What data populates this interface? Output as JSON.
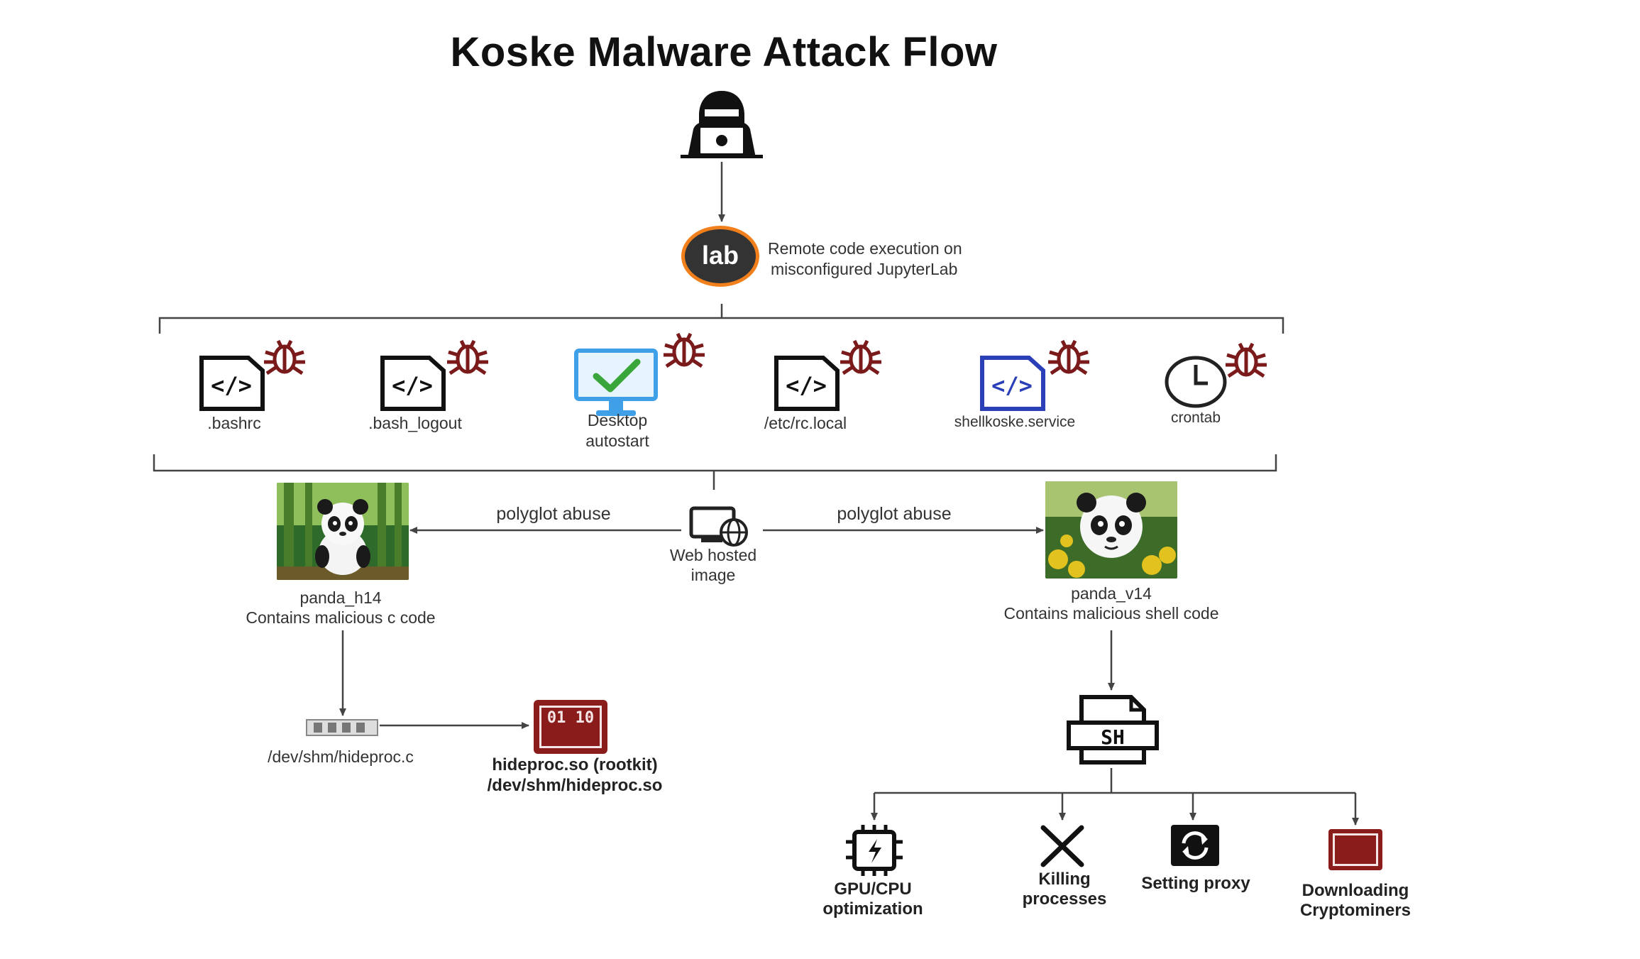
{
  "title": "Koske Malware Attack Flow",
  "colors": {
    "line": "#444444",
    "bug": "#7a1a1a",
    "rootkit": "#8b1c1c",
    "monitor": "#3fa0e8",
    "check": "#3aa53a",
    "service": "#2a3fb8",
    "lab_ring": "#f07f1c",
    "lab_bg": "#333333"
  },
  "entry": {
    "attacker_icon": "hacker-icon",
    "lab_icon_text": "lab",
    "lab_label_line1": "Remote code execution on",
    "lab_label_line2": "misconfigured JupyterLab"
  },
  "persistence": [
    {
      "label": ".bashrc",
      "icon": "code-file-icon"
    },
    {
      "label": ".bash_logout",
      "icon": "code-file-icon"
    },
    {
      "label_line1": "Desktop",
      "label_line2": "autostart",
      "icon": "monitor-check-icon"
    },
    {
      "label": "/etc/rc.local",
      "icon": "code-file-icon"
    },
    {
      "label": "shellkoske.service",
      "icon": "code-file-icon"
    },
    {
      "label": "crontab",
      "icon": "clock-icon"
    }
  ],
  "web_image": {
    "label_line1": "Web hosted",
    "label_line2": "image",
    "icon": "web-image-icon"
  },
  "edge_left": "polyglot abuse",
  "edge_right": "polyglot abuse",
  "left_branch": {
    "name": "panda_h14",
    "desc": "Contains malicious c code",
    "file_label": "/dev/shm/hideproc.c",
    "rootkit_line1": "hideproc.so (rootkit)",
    "rootkit_line2": "/dev/shm/hideproc.so",
    "rootkit_icon_text": "01 10"
  },
  "right_branch": {
    "name": "panda_v14",
    "desc": "Contains malicious shell code",
    "script_icon_text": "SH",
    "actions": [
      {
        "line1": "GPU/CPU",
        "line2": "optimization",
        "icon": "chip-icon"
      },
      {
        "line1": "Killing",
        "line2": "processes",
        "icon": "x-icon"
      },
      {
        "line1": "Setting proxy",
        "line2": "",
        "icon": "refresh-icon"
      },
      {
        "line1": "Downloading",
        "line2": "Cryptominers",
        "icon": "binary-icon"
      }
    ]
  }
}
